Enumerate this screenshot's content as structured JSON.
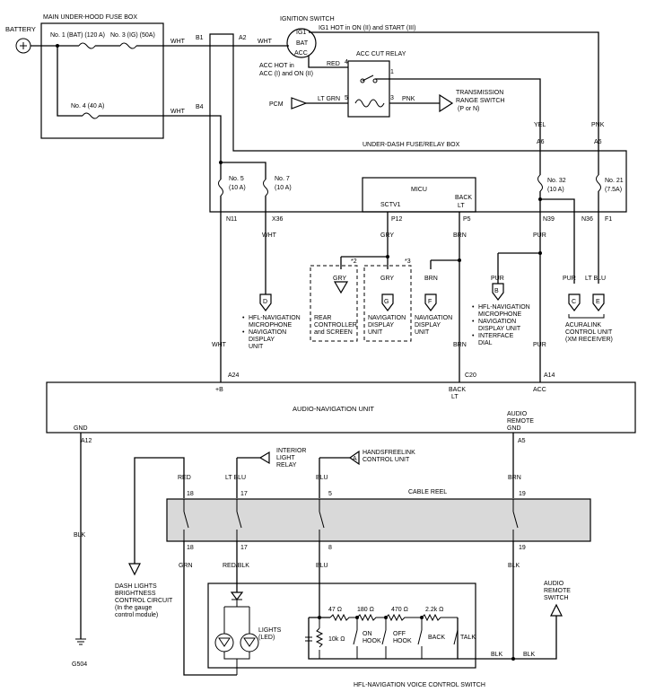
{
  "battery": "BATTERY",
  "fuse_box": {
    "title": "MAIN UNDER-HOOD FUSE BOX",
    "fuse1": "No. 1 (BAT) (120 A)",
    "fuse3": "No. 3 (IG) (50A)",
    "fuse4": "No. 4 (40 A)"
  },
  "ignition": {
    "title": "IGNITION SWITCH",
    "ig1": "IG1",
    "bat": "BAT",
    "acc": "ACC",
    "note": "IG1 HOT in ON (II) and START (III)",
    "acc_note_1": "ACC HOT in",
    "acc_note_2": "ACC (I) and ON (II)"
  },
  "relay": {
    "title": "ACC CUT RELAY",
    "pin4": "4",
    "pin1": "1",
    "pin5": "5",
    "pin3": "3"
  },
  "pcm": "PCM",
  "trs": {
    "line1": "TRANSMISSION",
    "line2": "RANGE SWITCH",
    "line3": "(P or N)"
  },
  "under_dash": {
    "title": "UNDER-DASH FUSE/RELAY BOX",
    "fuse5_a": "No. 5",
    "fuse5_b": "(10 A)",
    "fuse7_a": "No. 7",
    "fuse7_b": "(10 A)",
    "fuse32_a": "No. 32",
    "fuse32_b": "(10 A)",
    "fuse21_a": "No. 21",
    "fuse21_b": "(7.5A)"
  },
  "micu": {
    "title": "MICU",
    "sctv1": "SCTV1",
    "back_lt_1": "BACK",
    "back_lt_2": "LT"
  },
  "pins": {
    "b1": "B1",
    "a2": "A2",
    "b4": "B4",
    "a6a": "A6",
    "a6b": "A6",
    "n11": "N11",
    "x36": "X36",
    "p12": "P12",
    "p5": "P5",
    "n39": "N39",
    "n36": "N36",
    "f1": "F1",
    "a24": "A24",
    "c20": "C20",
    "a14": "A14",
    "a12": "A12",
    "a5": "A5"
  },
  "wires": {
    "wht": "WHT",
    "red": "RED",
    "lt_grn": "LT GRN",
    "pnk": "PNK",
    "yel": "YEL",
    "gry": "GRY",
    "brn": "BRN",
    "pur": "PUR",
    "lt_blu": "LT BLU",
    "blk": "BLK",
    "grn": "GRN",
    "red_blk": "RED/BLK",
    "blu": "BLU"
  },
  "connectors": {
    "d": "D",
    "g": "G",
    "f": "F",
    "b": "B",
    "c": "C",
    "e": "E",
    "a": "A",
    "star2": "*2",
    "star3": "*3"
  },
  "hfl_mic_nav": [
    "HFL-NAVIGATION",
    "MICROPHONE",
    "NAVIGATION",
    "DISPLAY",
    "UNIT"
  ],
  "rear_ctrl": [
    "REAR",
    "CONTROLLER",
    "and SCREEN"
  ],
  "nav_disp1": [
    "NAVIGATION",
    "DISPLAY",
    "UNIT"
  ],
  "nav_disp2": [
    "NAVIGATION",
    "DISPLAY",
    "UNIT"
  ],
  "hfl_mic_b": [
    "HFL-NAVIGATION",
    "MICROPHONE",
    "NAVIGATION",
    "DISPLAY UNIT",
    "INTERFACE",
    "DIAL"
  ],
  "acuralink": [
    "ACURALINK",
    "CONTROL UNIT",
    "(XM RECEIVER)"
  ],
  "audio_nav": {
    "title": "AUDIO-NAVIGATION UNIT",
    "plus_b": "+B",
    "back_lt_1": "BACK",
    "back_lt_2": "LT",
    "acc": "ACC",
    "gnd": "GND",
    "remote_1": "AUDIO",
    "remote_2": "REMOTE",
    "remote_3": "GND"
  },
  "interior_light": [
    "INTERIOR",
    "LIGHT",
    "RELAY"
  ],
  "handsfreelink": [
    "HANDSFREELINK",
    "CONTROL UNIT"
  ],
  "cable_reel": {
    "title": "CABLE REEL",
    "p18a": "18",
    "p17a": "17",
    "p5": "5",
    "p19a": "19",
    "p18b": "18",
    "p17b": "17",
    "p8": "8",
    "p19b": "19"
  },
  "dash_lights": [
    "DASH LIGHTS",
    "BRIGHTNESS",
    "CONTROL CIRCUIT",
    "(In the gauge",
    "control module)"
  ],
  "ground": "G504",
  "lights": [
    "LIGHTS",
    "(LED)"
  ],
  "resistors": {
    "r47": "47 Ω",
    "r180": "180 Ω",
    "r470": "470 Ω",
    "r2k2": "2.2k Ω",
    "r10k": "10k Ω"
  },
  "switches": {
    "on": [
      "ON",
      "HOOK"
    ],
    "off": [
      "OFF",
      "HOOK"
    ],
    "back": "BACK",
    "talk": "TALK"
  },
  "remote_switch": [
    "AUDIO",
    "REMOTE",
    "SWITCH"
  ],
  "voice_switch": "HFL-NAVIGATION VOICE CONTROL SWITCH"
}
